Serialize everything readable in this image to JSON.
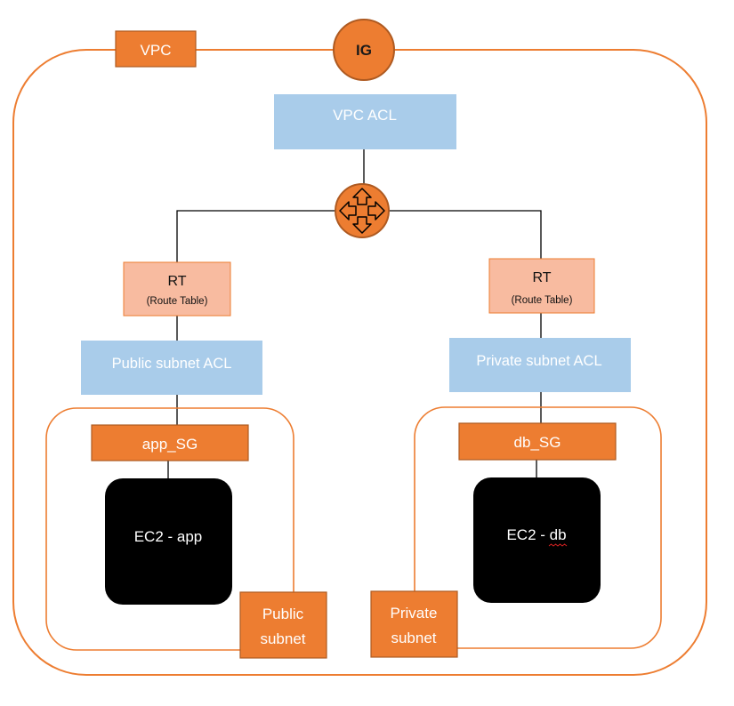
{
  "vpc": {
    "label": "VPC"
  },
  "gateway": {
    "label": "IG"
  },
  "vpc_acl": {
    "label": "VPC ACL"
  },
  "router": {
    "icon": "router-icon"
  },
  "left": {
    "rt_title": "RT",
    "rt_subtitle": "(Route Table)",
    "acl_label": "Public subnet ACL",
    "sg_label": "app_SG",
    "ec2_label": "EC2 - app",
    "subnet_label_line1": "Public",
    "subnet_label_line2": "subnet"
  },
  "right": {
    "rt_title": "RT",
    "rt_subtitle": "(Route Table)",
    "acl_label": "Private subnet ACL",
    "sg_label": "db_SG",
    "ec2_label": "EC2 - db",
    "subnet_label_line1": "Private",
    "subnet_label_line2": "subnet"
  },
  "colors": {
    "orange": "#ED7D31",
    "orange_border": "#AE5A21",
    "acl_blue": "#A9CCEA",
    "rt_peach": "#F8BBA0",
    "ec2_black": "#000000"
  }
}
